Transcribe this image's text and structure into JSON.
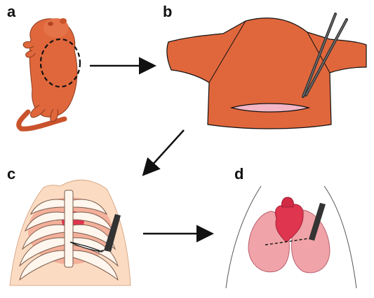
{
  "panels": [
    {
      "label": "a"
    },
    {
      "label": "b"
    },
    {
      "label": "c"
    },
    {
      "label": "d"
    }
  ],
  "colors": {
    "skin": "#e0673c",
    "skin_dark": "#c9532c",
    "incision": "#f2b6c6",
    "chest_bg": "#fbdcc3",
    "rib_fill": "#fff6ee",
    "lung": "#f0a3a8",
    "heart": "#e0354f",
    "instrument": "#333333",
    "arrow": "#111111"
  },
  "icons": [
    "arrow-right-icon",
    "arrow-down-left-icon",
    "scissors-icon",
    "forceps-icon"
  ]
}
